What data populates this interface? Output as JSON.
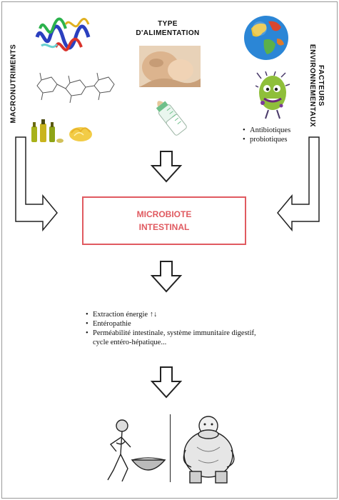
{
  "top": {
    "type_line1": "TYPE",
    "type_line2": "D'ALIMENTATION",
    "macronutriments": "MACRONUTRIMENTS",
    "facteurs_line1": "FACTEURS",
    "facteurs_line2": "ENVIRONNEMENTAUX",
    "env_items": [
      "Antibiotiques",
      "probiotiques"
    ]
  },
  "center": {
    "line1": "MICROBIOTE",
    "line2": "INTESTINAL",
    "border_color": "#e05a60"
  },
  "effects": {
    "items": [
      "Extraction énergie",
      "Entéropathie",
      "Perméabilité intestinale, système immunitaire digestif, cycle entéro-hépatique..."
    ],
    "arrows": "↑↓"
  },
  "icons": [
    "protein-structure-icon",
    "glucose-chain-icon",
    "oil-bottles-icon",
    "butter-icon",
    "breastfeeding-photo",
    "baby-bottle-icon",
    "globe-icon",
    "microbe-cartoon-icon",
    "thin-man-illustration",
    "obese-man-illustration"
  ]
}
